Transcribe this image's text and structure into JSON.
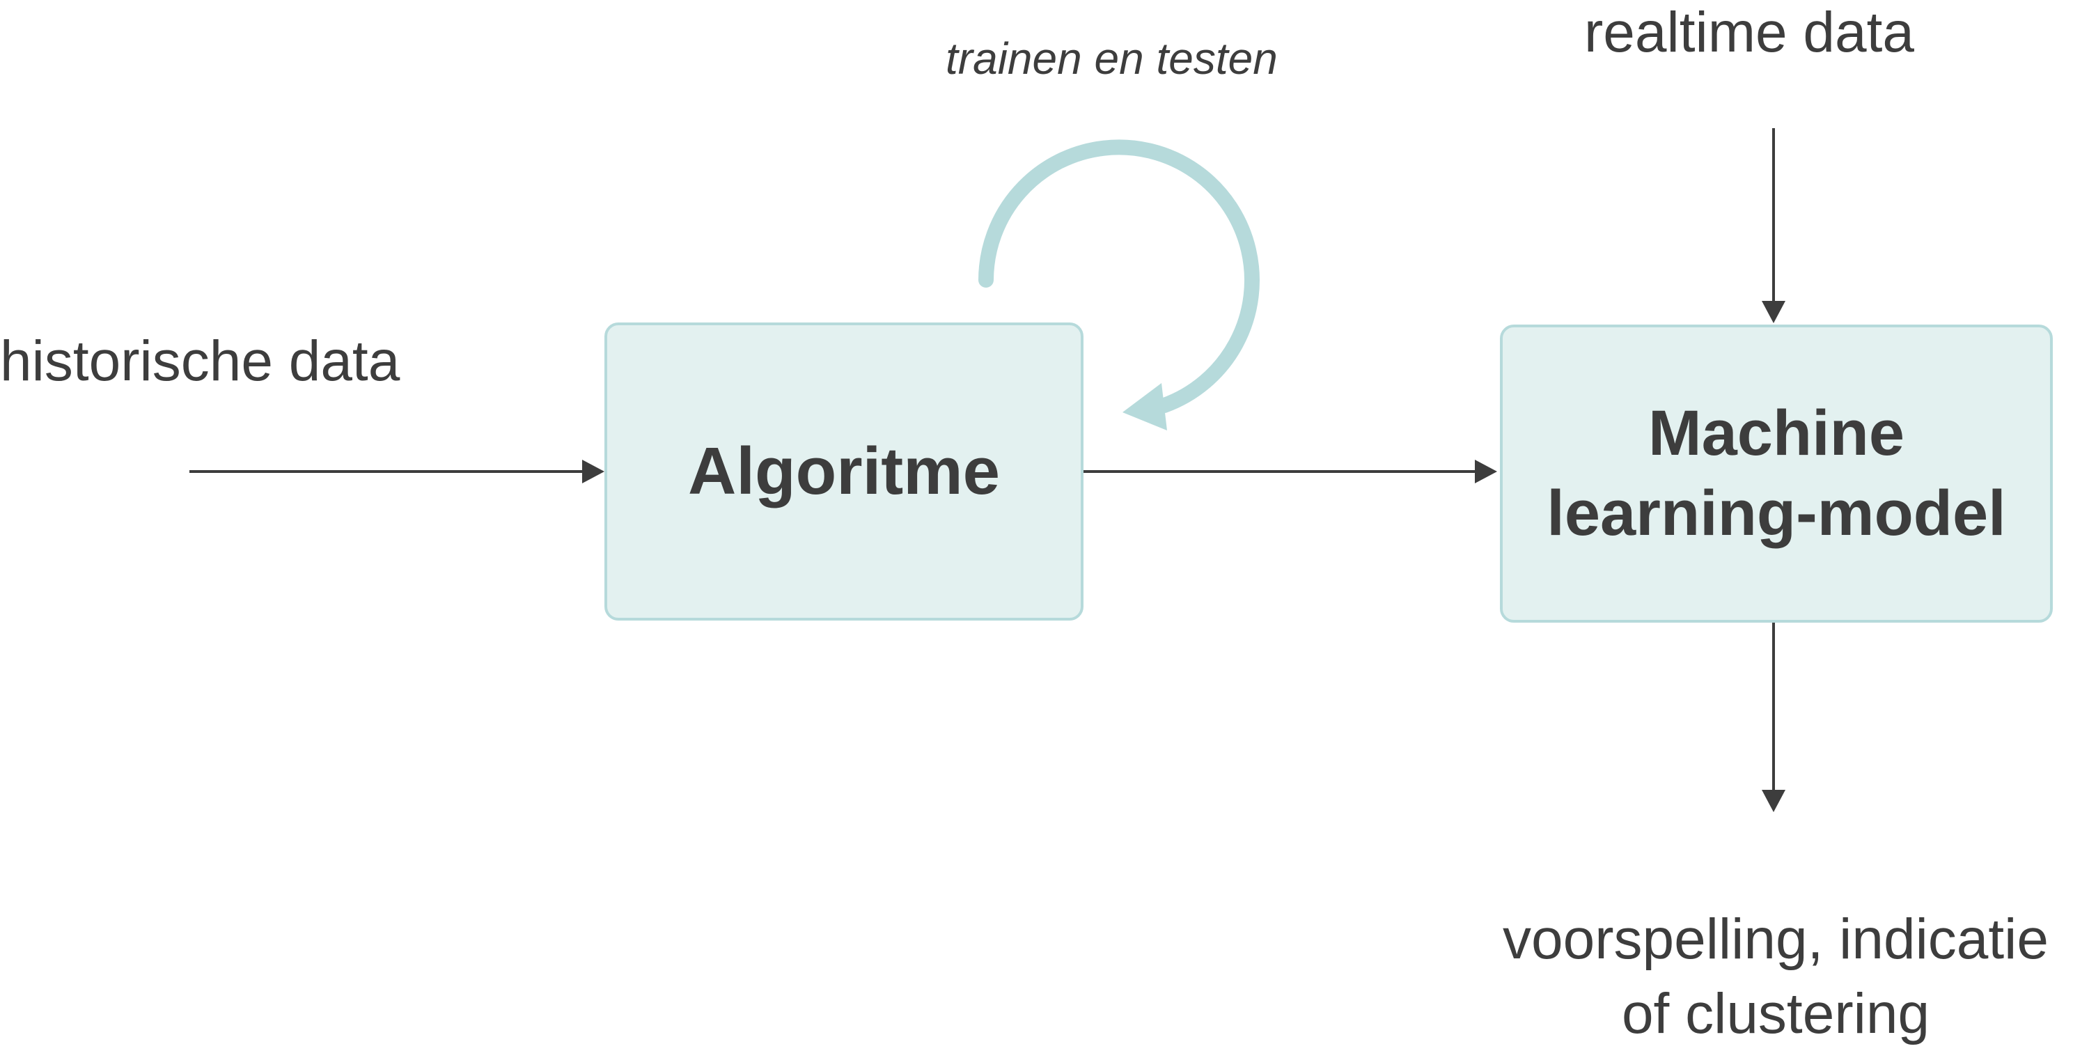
{
  "diagram": {
    "input_label": "historische data",
    "loop_label": "trainen en testen",
    "realtime_label": "realtime data",
    "algorithm_box": {
      "label": "Algoritme"
    },
    "model_box": {
      "line1": "Machine",
      "line2": "learning-model"
    },
    "output_label": {
      "line1": "voorspelling, indicatie",
      "line2": "of clustering"
    },
    "colors": {
      "box_fill": "#e3f1f0",
      "box_border": "#b6dadb",
      "loop_arrow": "#b6dadb",
      "arrow": "#3d3d3d",
      "text": "#3d3d3d"
    }
  }
}
